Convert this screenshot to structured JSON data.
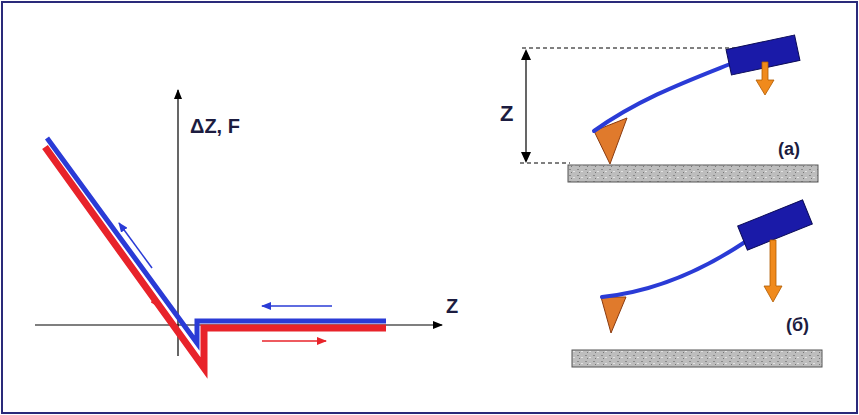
{
  "diagram": {
    "labels": [
      "ΔZ, F",
      "Z",
      "Z",
      "(а)",
      "(б)"
    ]
  }
}
